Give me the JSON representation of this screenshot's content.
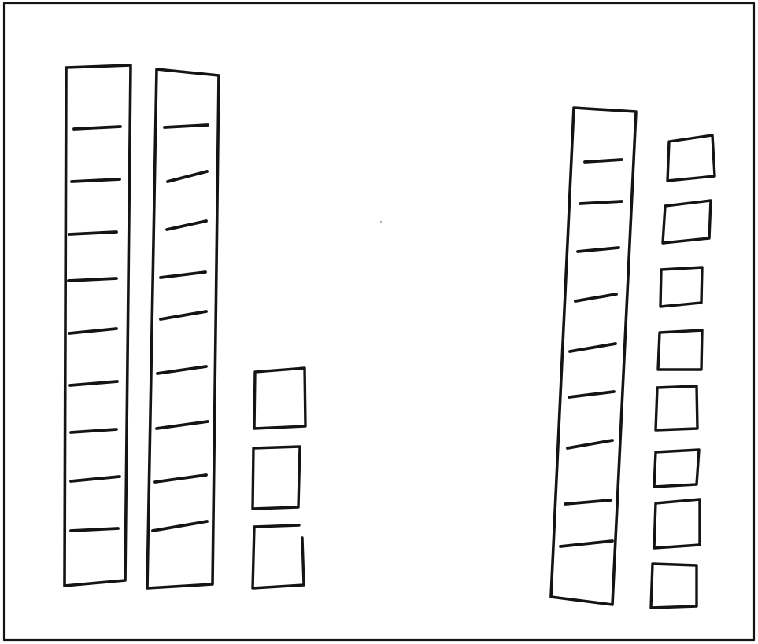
{
  "figure": {
    "description_visible_text": "",
    "groups": [
      {
        "name": "left-group",
        "tens": 2,
        "ones": 3,
        "units_per_ten": 10
      },
      {
        "name": "right-group",
        "tens": 1,
        "ones": 8,
        "units_per_ten": 10
      }
    ],
    "colors": {
      "ink": "#141414",
      "paper": "#ffffff"
    }
  }
}
